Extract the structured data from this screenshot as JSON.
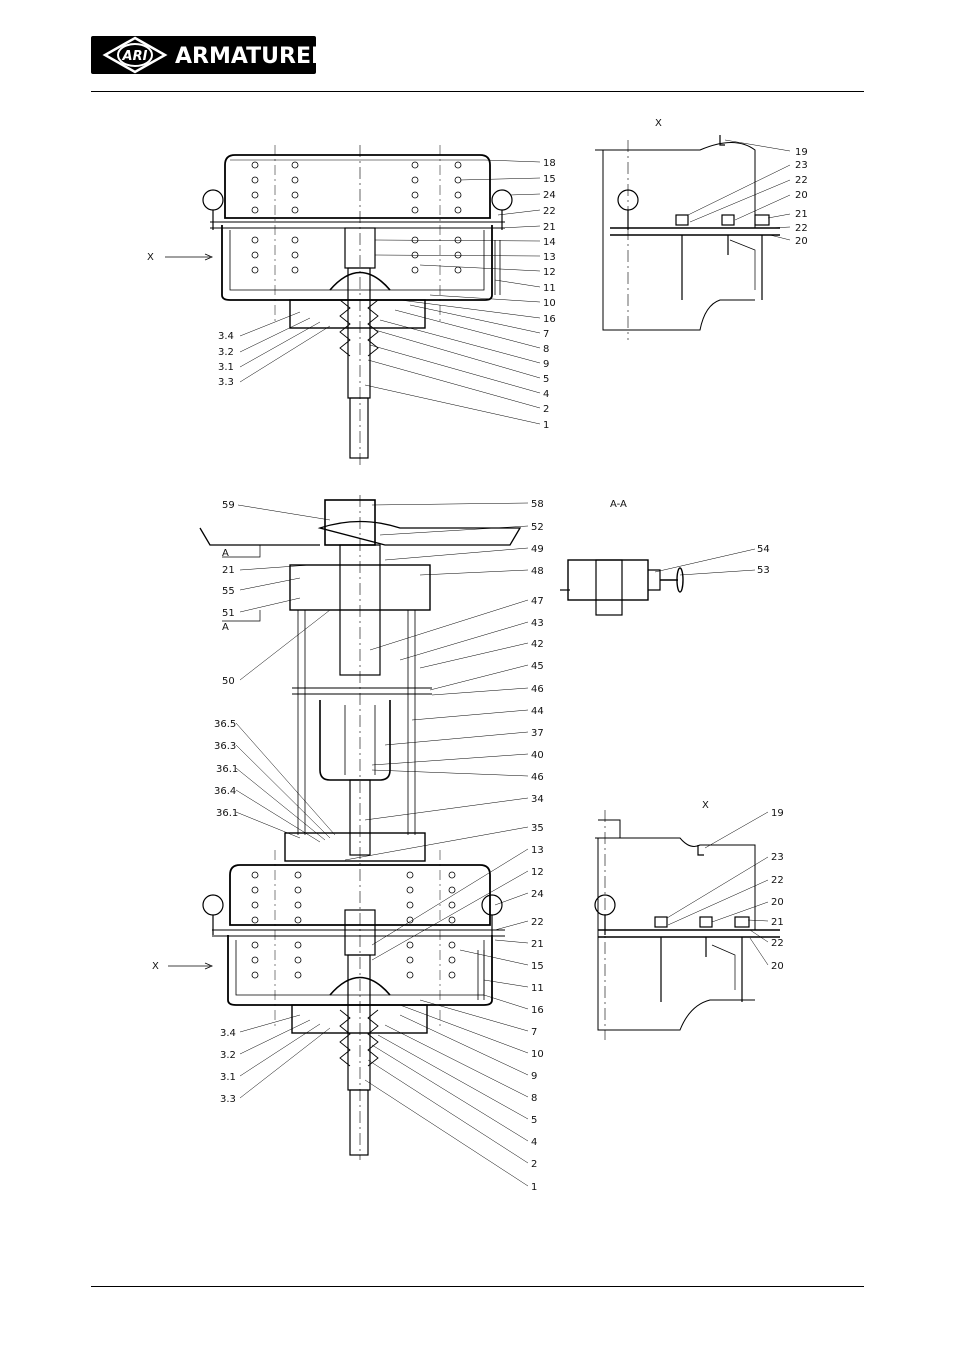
{
  "header": {
    "brand": "ARMATUREN",
    "badge": "ARI"
  },
  "top_assembly": {
    "labels_right": [
      "18",
      "15",
      "24",
      "22",
      "21",
      "14",
      "13",
      "12",
      "11",
      "10",
      "16",
      "7",
      "8",
      "9",
      "5",
      "4",
      "2",
      "1"
    ],
    "labels_left": [
      "3.4",
      "3.2",
      "3.1",
      "3.3"
    ],
    "view_marker": "X"
  },
  "top_detail": {
    "title": "X",
    "labels": [
      "19",
      "23",
      "22",
      "20",
      "21",
      "22",
      "20"
    ]
  },
  "bottom_assembly": {
    "labels_right": [
      "58",
      "52",
      "49",
      "48",
      "47",
      "43",
      "42",
      "45",
      "46",
      "44",
      "37",
      "40",
      "46",
      "34",
      "35",
      "13",
      "12",
      "24",
      "22",
      "21",
      "15",
      "11",
      "16",
      "7",
      "10",
      "9",
      "8",
      "5",
      "4",
      "2",
      "1"
    ],
    "labels_left": [
      "59",
      "A",
      "21",
      "55",
      "51",
      "A",
      "50",
      "36.5",
      "36.3",
      "36.1",
      "36.4",
      "36.1",
      "3.4",
      "3.2",
      "3.1",
      "3.3"
    ],
    "view_marker": "X"
  },
  "section_aa": {
    "title": "A-A",
    "labels": [
      "54",
      "53"
    ]
  },
  "bottom_detail": {
    "title": "X",
    "labels": [
      "19",
      "23",
      "22",
      "20",
      "21",
      "22",
      "20"
    ]
  }
}
